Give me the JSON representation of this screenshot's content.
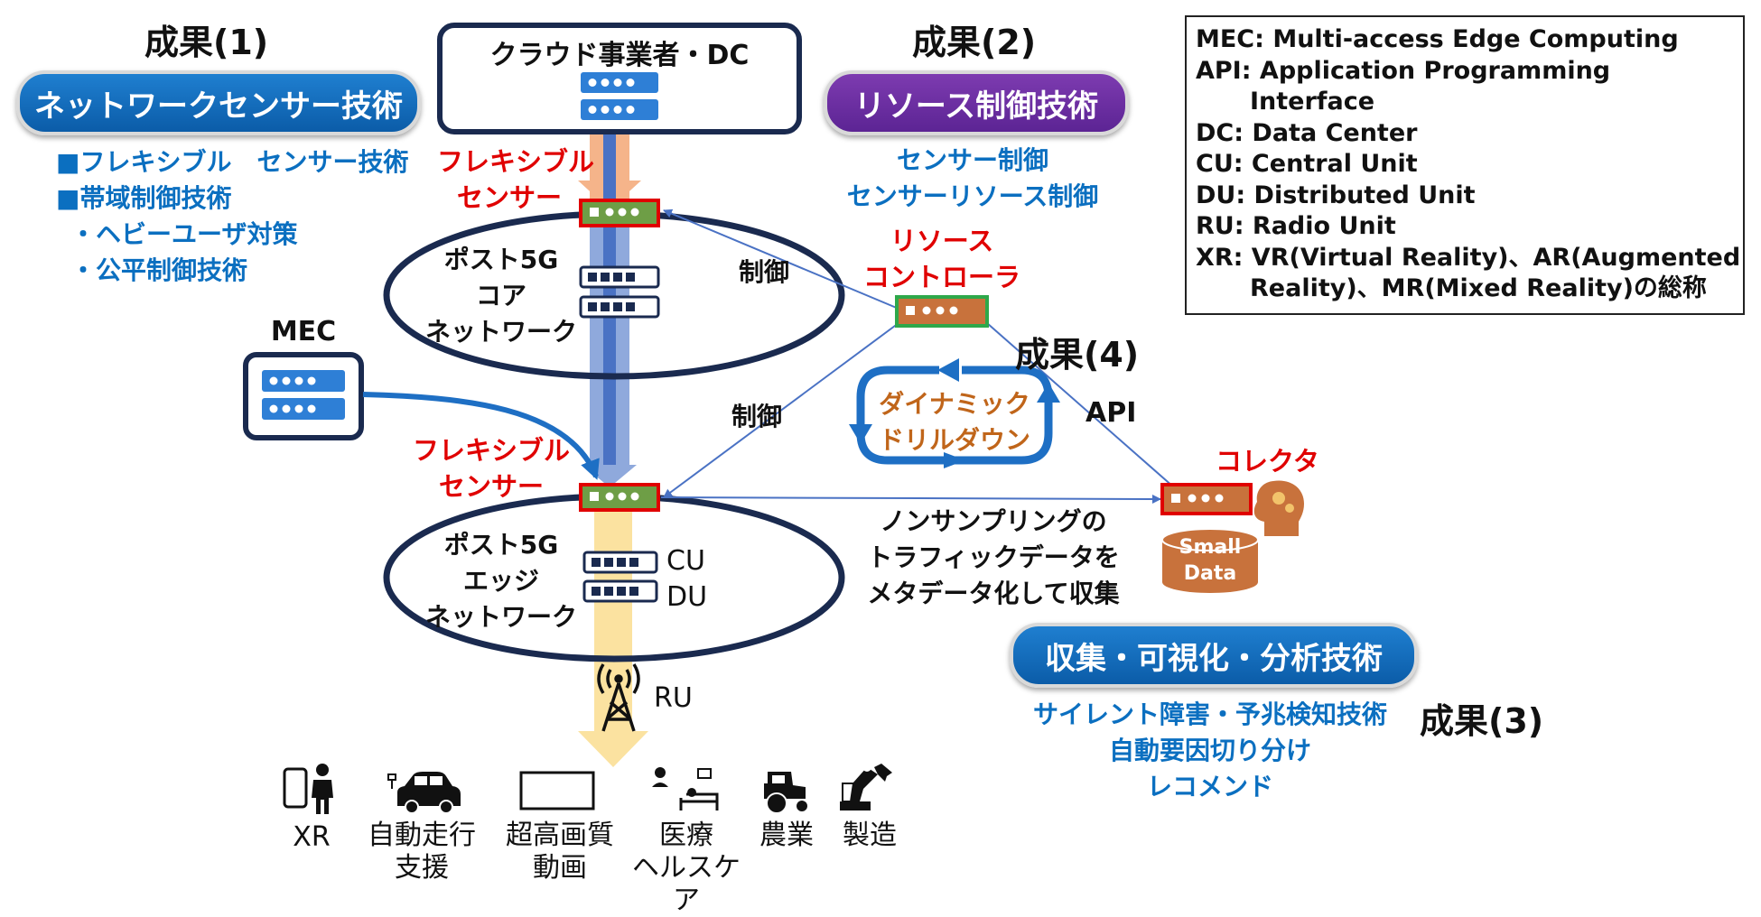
{
  "results": {
    "r1_title": "成果(1)",
    "r1_pill": "ネットワークセンサー技術",
    "r1_items": [
      "■フレキシブル　センサー技術",
      "■帯域制御技術",
      "・ヘビーユーザ対策",
      "・公平制御技術"
    ],
    "r2_title": "成果(2)",
    "r2_pill": "リソース制御技術",
    "r2_items": [
      "センサー制御",
      "センサーリソース制御"
    ],
    "r3_title": "成果(3)",
    "r3_pill": "収集・可視化・分析技術",
    "r3_items": [
      "サイレント障害・予兆検知技術",
      "自動要因切り分け",
      "レコメンド"
    ],
    "r4_title": "成果(4)"
  },
  "nodes": {
    "cloud": "クラウド事業者・DC",
    "flex_sensor": [
      "フレキシブル",
      "センサー"
    ],
    "core": [
      "ポスト5G",
      "コア",
      "ネットワーク"
    ],
    "edge": [
      "ポスト5G",
      "エッジ",
      "ネットワーク"
    ],
    "mec": "MEC",
    "resource_controller": [
      "リソース",
      "コントローラ"
    ],
    "collector": "コレクタ",
    "small_data": [
      "Small",
      "Data"
    ],
    "cu": "CU",
    "du": "DU",
    "ru": "RU",
    "dynamic": [
      "ダイナミック",
      "ドリルダウン"
    ]
  },
  "edges": {
    "control1": "制御",
    "control2": "制御",
    "api": "API",
    "nonsampling": [
      "ノンサンプリングの",
      "トラフィックデータを",
      "メタデータ化して収集"
    ]
  },
  "glossary": [
    "MEC: Multi-access Edge Computing",
    "API: Application Programming",
    "Interface",
    "DC: Data Center",
    "CU: Central Unit",
    "DU: Distributed Unit",
    "RU: Radio Unit",
    "XR: VR(Virtual Reality)、AR(Augmented",
    "Reality)、MR(Mixed Reality)の総称"
  ],
  "applications": [
    {
      "icon": "xr-person-icon",
      "label": [
        "XR"
      ]
    },
    {
      "icon": "car-icon",
      "label": [
        "自動走行",
        "支援"
      ]
    },
    {
      "icon": "display-icon",
      "label": [
        "超高画質",
        "動画"
      ]
    },
    {
      "icon": "medical-bed-icon",
      "label": [
        "医療",
        "ヘルスケア"
      ]
    },
    {
      "icon": "tractor-icon",
      "label": [
        "農業"
      ]
    },
    {
      "icon": "robot-arm-icon",
      "label": [
        "製造"
      ]
    }
  ],
  "colors": {
    "navy": "#1a2a4f",
    "blue_text": "#0b6fc0",
    "red_text": "#e00000",
    "orange_text": "#c0651a",
    "sensor_green": "#6e9e46",
    "sensor_orange": "#c8723c",
    "server_blue": "#2e7fd6"
  }
}
